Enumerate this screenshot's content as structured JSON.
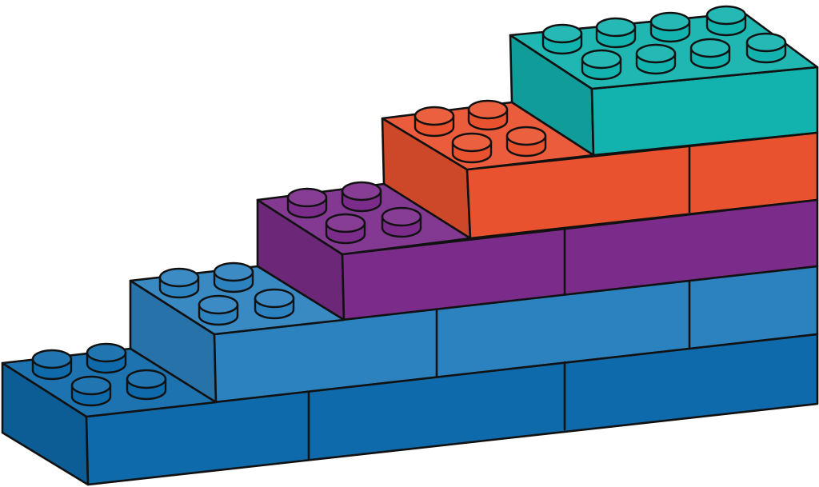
{
  "palette": {
    "row1_blue": "#0e6aab",
    "row2_blue": "#2c81bf",
    "row3_purple": "#7b2c8a",
    "row4_orange": "#e9522e",
    "row5_teal": "#12b2ae",
    "outline": "#111111",
    "background": "#ffffff"
  },
  "subject": {
    "type": "stacked toy bricks forming a staircase",
    "rows": [
      {
        "color": "row1_blue",
        "studs_visible": 4
      },
      {
        "color": "row2_blue",
        "studs_visible": 4
      },
      {
        "color": "row3_purple",
        "studs_visible": 4
      },
      {
        "color": "row4_orange",
        "studs_visible": 4
      },
      {
        "color": "row5_teal",
        "studs_visible": 8
      }
    ]
  }
}
